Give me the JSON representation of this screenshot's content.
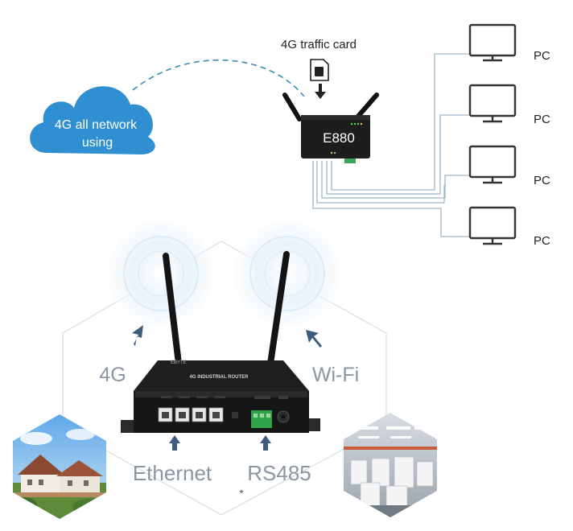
{
  "top_diagram": {
    "cloud_label_line1": "4G all network",
    "cloud_label_line2": "using",
    "card_label": "4G traffic card",
    "router_label": "E880",
    "pc_labels": [
      "PC",
      "PC",
      "PC",
      "PC"
    ]
  },
  "bottom_diagram": {
    "label_4g": "4G",
    "label_wifi": "Wi-Fi",
    "label_ethernet": "Ethernet",
    "label_rs485": "RS485",
    "asterisk": "*",
    "router_brand": "EBYTE",
    "router_model": "4G INDUSTRIAL ROUTER"
  },
  "colors": {
    "cloud": "#2f8fd1",
    "dashed_link": "#3a8fb0",
    "cable": "#9fb7c8",
    "monitor": "#333333",
    "arrow": "#3d5d7d",
    "label_gray": "#8a96a3",
    "hexagon": "#d9dde2"
  }
}
